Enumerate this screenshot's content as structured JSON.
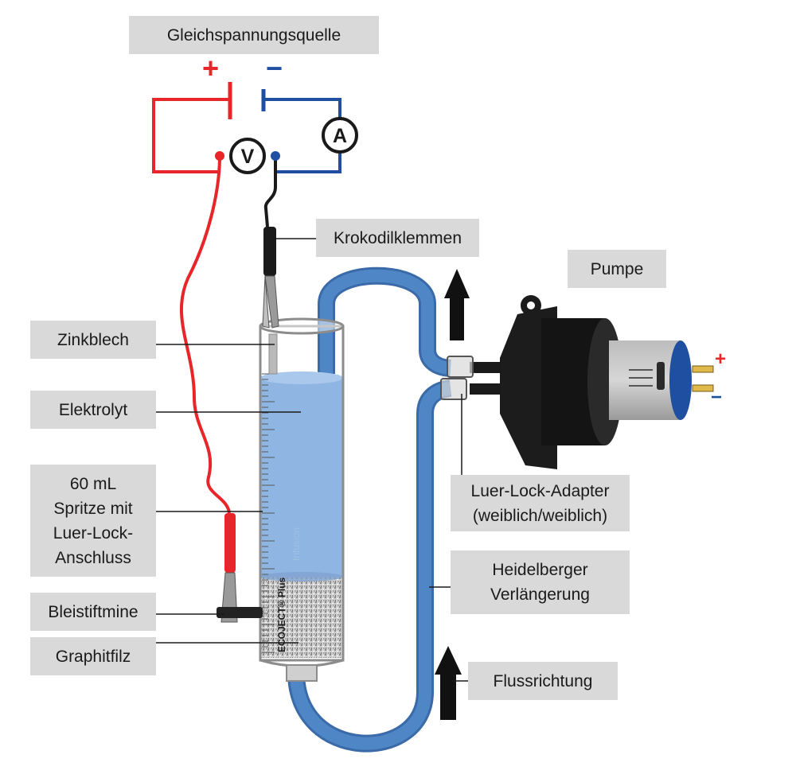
{
  "labels": {
    "power_source": "Gleichspannungsquelle",
    "clips": "Krokodilklemmen",
    "pump": "Pumpe",
    "zinc": "Zinkblech",
    "electrolyte": "Elektrolyt",
    "syringe": [
      "60 mL",
      "Spritze mit",
      "Luer-Lock-",
      "Anschluss"
    ],
    "luer_adapter": [
      "Luer-Lock-Adapter",
      "(weiblich/weiblich)"
    ],
    "pencil_lead": "Bleistiftmine",
    "graphite_felt": "Graphitfilz",
    "extension": [
      "Heidelberger",
      "Verlängerung"
    ],
    "flow": "Flussrichtung"
  },
  "symbols": {
    "plus": "+",
    "minus": "−",
    "voltmeter": "V",
    "ammeter": "A",
    "pump_plus": "+",
    "pump_minus": "−"
  },
  "syringe_print": {
    "brand": "ECOJECT® Plus",
    "faded": "Infusion"
  },
  "colors": {
    "positive": "#e8262a",
    "negative": "#1f4fa0",
    "tube": "#4f86c6",
    "electrolyte": "#8fb6e3",
    "label_bg": "#d9d9d9"
  }
}
